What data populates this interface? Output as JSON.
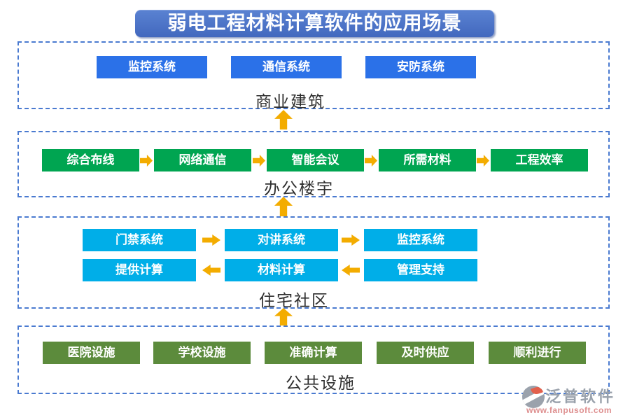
{
  "title": "弱电工程材料计算软件的应用场景",
  "sections": [
    {
      "label": "商业建筑",
      "items": [
        "监控系统",
        "通信系统",
        "安防系统"
      ]
    },
    {
      "label": "办公楼宇",
      "items": [
        "综合布线",
        "网络通信",
        "智能会议",
        "所需材料",
        "工程效率"
      ]
    },
    {
      "label": "住宅社区",
      "row1": [
        "门禁系统",
        "对讲系统",
        "监控系统"
      ],
      "row2": [
        "提供计算",
        "材料计算",
        "管理支持"
      ]
    },
    {
      "label": "公共设施",
      "items": [
        "医院设施",
        "学校设施",
        "准确计算",
        "及时供应",
        "顺利进行"
      ]
    }
  ],
  "watermark": {
    "brand": "泛普软件",
    "url": "www.fanpusoft.com"
  },
  "colors": {
    "title_bg": "#4A70C6",
    "commercial_blue": "#2B71E8",
    "office_green": "#00A551",
    "residential_cyan": "#00AEE8",
    "public_olive": "#5C8B3C",
    "arrow_yellow": "#F3AC00",
    "frame_border_blue": "#4A7AD0"
  }
}
